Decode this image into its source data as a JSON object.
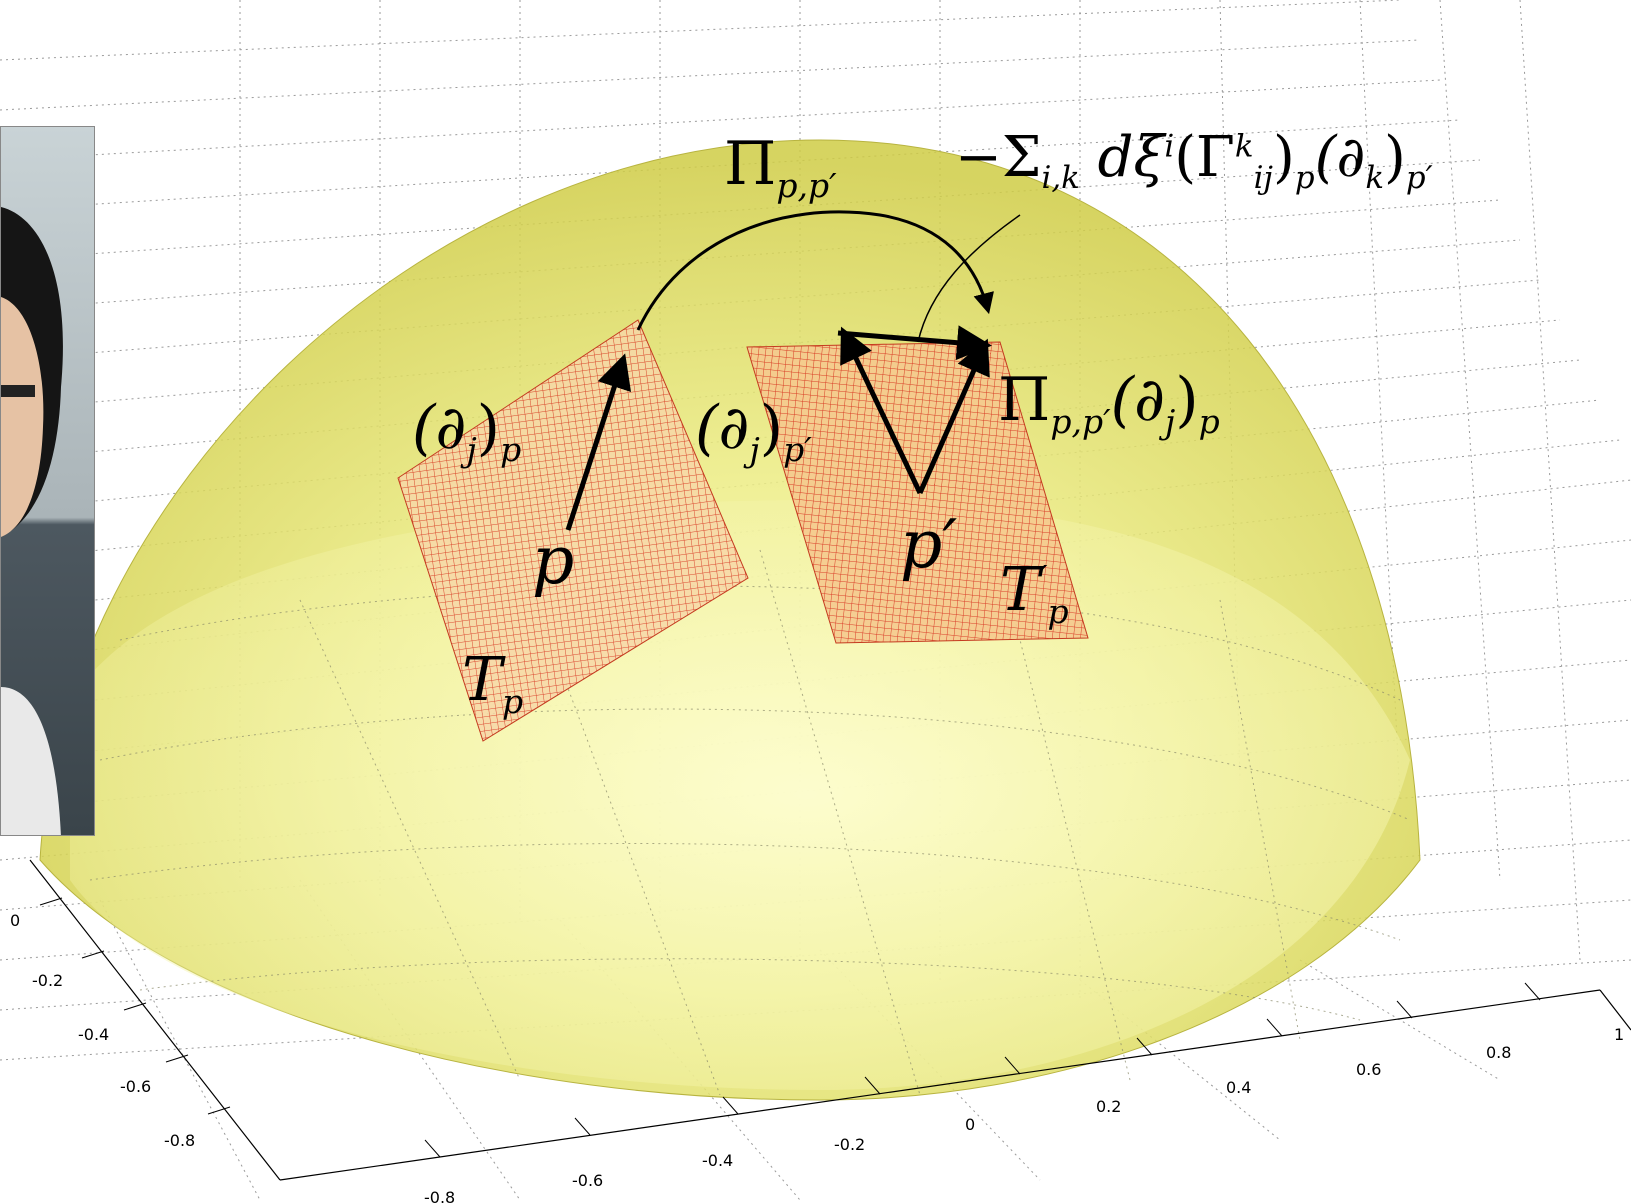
{
  "photo": {
    "description_icon": "person-photo-inset"
  },
  "labels": {
    "transport_top": {
      "base": "Π",
      "sub": "p,p′"
    },
    "correction": {
      "text": "−Σ",
      "sub_sum": "i,k",
      "rest": "dξ",
      "sup_xi": "i",
      "gamma": "(Γ",
      "gamma_sup": "k",
      "gamma_sub": "ij",
      "mid": ")",
      "mid_sub": "p",
      "dk": "(∂",
      "dk_sub": "k",
      "close": ")",
      "close_sub": "p′"
    },
    "dj_p": {
      "base": "(∂",
      "sub1": "j",
      "close": ")",
      "sub2": "p"
    },
    "dj_pprime": {
      "base": "(∂",
      "sub1": "j",
      "close": ")",
      "sub2": "p′"
    },
    "transported": {
      "base": "Π",
      "sub": "p,p′",
      "rest": "(∂",
      "sub1": "j",
      "close": ")",
      "sub2": "p"
    },
    "point_p": "p",
    "point_pprime": "p′",
    "tangent_p": {
      "base": "T",
      "sub": "p"
    },
    "tangent_pprime": {
      "base": "T",
      "sup": "′",
      "sub": "p"
    }
  },
  "axis_ticks": {
    "left_axis": [
      "0",
      "-0.2",
      "-0.4",
      "-0.6",
      "-0.8"
    ],
    "front_axis": [
      "-0.8",
      "-0.6",
      "-0.4",
      "-0.2",
      "0",
      "0.2",
      "0.4",
      "0.6",
      "0.8",
      "1"
    ]
  },
  "colors": {
    "dome": "#d8d64a",
    "dome_light": "#f5f6a0",
    "plane_grid": "#d62a1a",
    "grid_line": "#9a9a9a"
  }
}
